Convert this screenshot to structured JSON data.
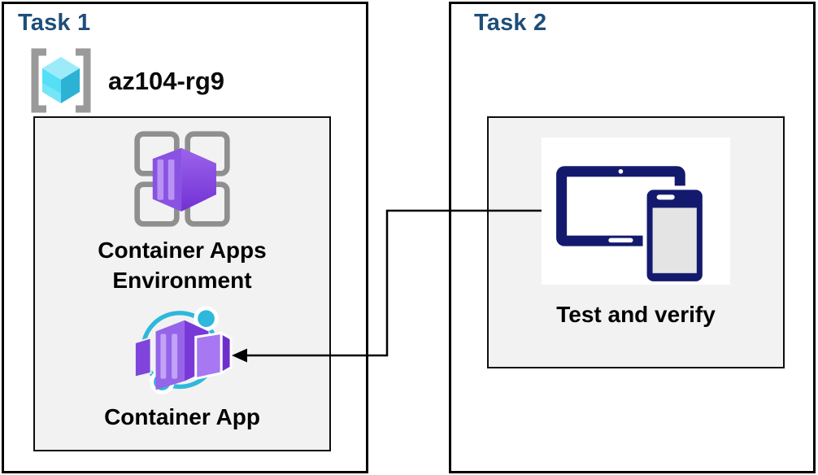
{
  "task1": {
    "title": "Task 1",
    "resource_group_name": "az104-rg9",
    "environment_label": "Container Apps Environment",
    "app_label": "Container App"
  },
  "task2": {
    "title": "Task 2",
    "verify_label": "Test and verify"
  },
  "icons": {
    "resource_group": "resource-group-icon",
    "container_apps_environment": "container-apps-environment-icon",
    "container_app": "container-app-icon",
    "devices": "devices-icon",
    "connector": "arrow-connector"
  },
  "colors": {
    "title_blue": "#1E4E79",
    "panel_bg": "#F2F2F2",
    "box_border": "#000000",
    "device_navy": "#131A6E",
    "teal_accent": "#2EB8DC",
    "purple_main": "#9564E9",
    "purple_dark": "#7939D8",
    "bracket_gray": "#9A9A9A",
    "grid_gray": "#8F8F8F",
    "cube_top": "#9DEBFA",
    "cube_left": "#54DFF5",
    "cube_right": "#2CB2D4"
  }
}
